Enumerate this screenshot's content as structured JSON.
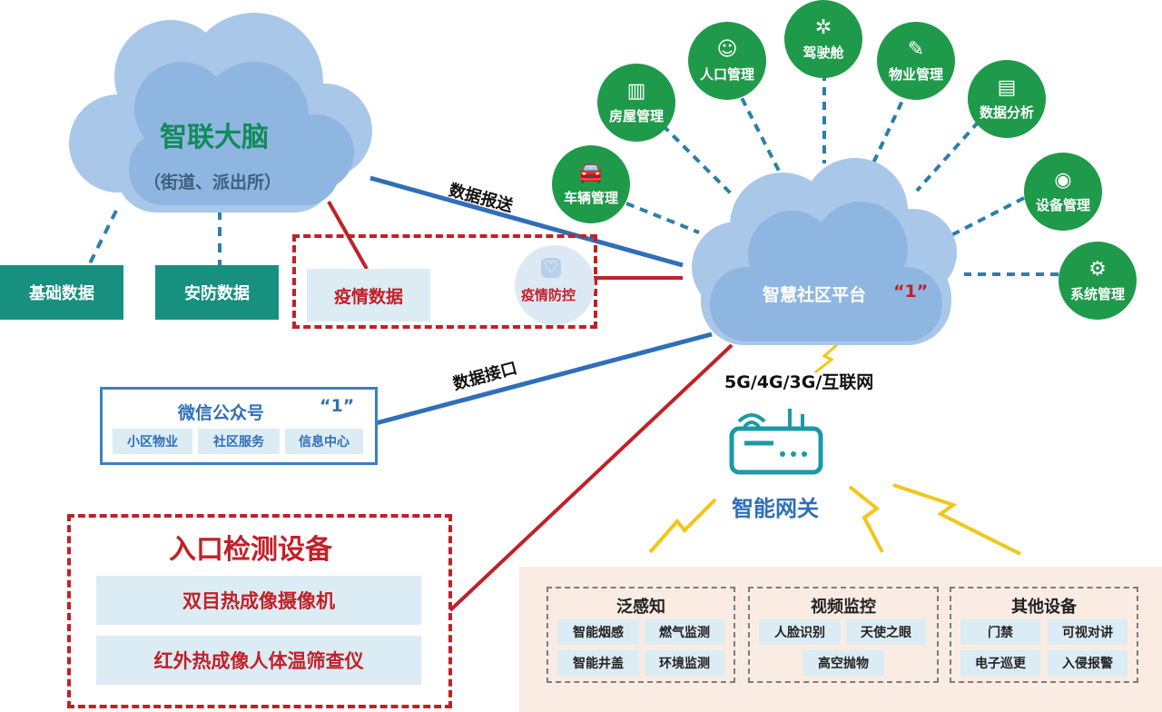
{
  "brain": {
    "title": "智联大脑",
    "subtitle": "（街道、派出所）"
  },
  "left_boxes": {
    "base_data": "基础数据",
    "security_data": "安防数据"
  },
  "epidemic": {
    "data": "疫情数据",
    "control": "疫情防控"
  },
  "labels": {
    "data_report": "数据报送",
    "data_interface": "数据接口",
    "network": "5G/4G/3G/互联网"
  },
  "platform": {
    "name": "智慧社区平台",
    "mark": "“1”"
  },
  "nodes": {
    "vehicle": "车辆管理",
    "housing": "房屋管理",
    "population": "人口管理",
    "cockpit": "驾驶舱",
    "property": "物业管理",
    "analysis": "数据分析",
    "device": "设备管理",
    "system": "系统管理"
  },
  "wechat": {
    "title": "微信公众号",
    "mark": "“1”",
    "items": [
      "小区物业",
      "社区服务",
      "信息中心"
    ]
  },
  "gateway": {
    "label": "智能网关"
  },
  "entrance": {
    "title": "入口检测设备",
    "items": [
      "双目热成像摄像机",
      "红外热成像人体温筛查仪"
    ]
  },
  "devices": [
    {
      "title": "泛感知",
      "items": [
        "智能烟感",
        "燃气监测",
        "智能井盖",
        "环境监测"
      ]
    },
    {
      "title": "视频监控",
      "items": [
        "人脸识别",
        "天使之眼",
        "高空抛物"
      ]
    },
    {
      "title": "其他设备",
      "items": [
        "门禁",
        "可视对讲",
        "电子巡更",
        "入侵报警"
      ]
    }
  ],
  "colors": {
    "green": "#1f9a4a",
    "teal": "#17907f",
    "red": "#c22028",
    "blue": "#2f6fb8",
    "cloud": "#8fb6e0"
  },
  "icons": {
    "vehicle": "car-icon",
    "housing": "building-icon",
    "population": "people-icon",
    "cockpit": "steering-wheel-icon",
    "property": "wrench-icon",
    "analysis": "bar-chart-icon",
    "device": "camera-icon",
    "system": "gear-icon",
    "epidemic": "heart-shield-icon",
    "gateway": "router-icon"
  }
}
